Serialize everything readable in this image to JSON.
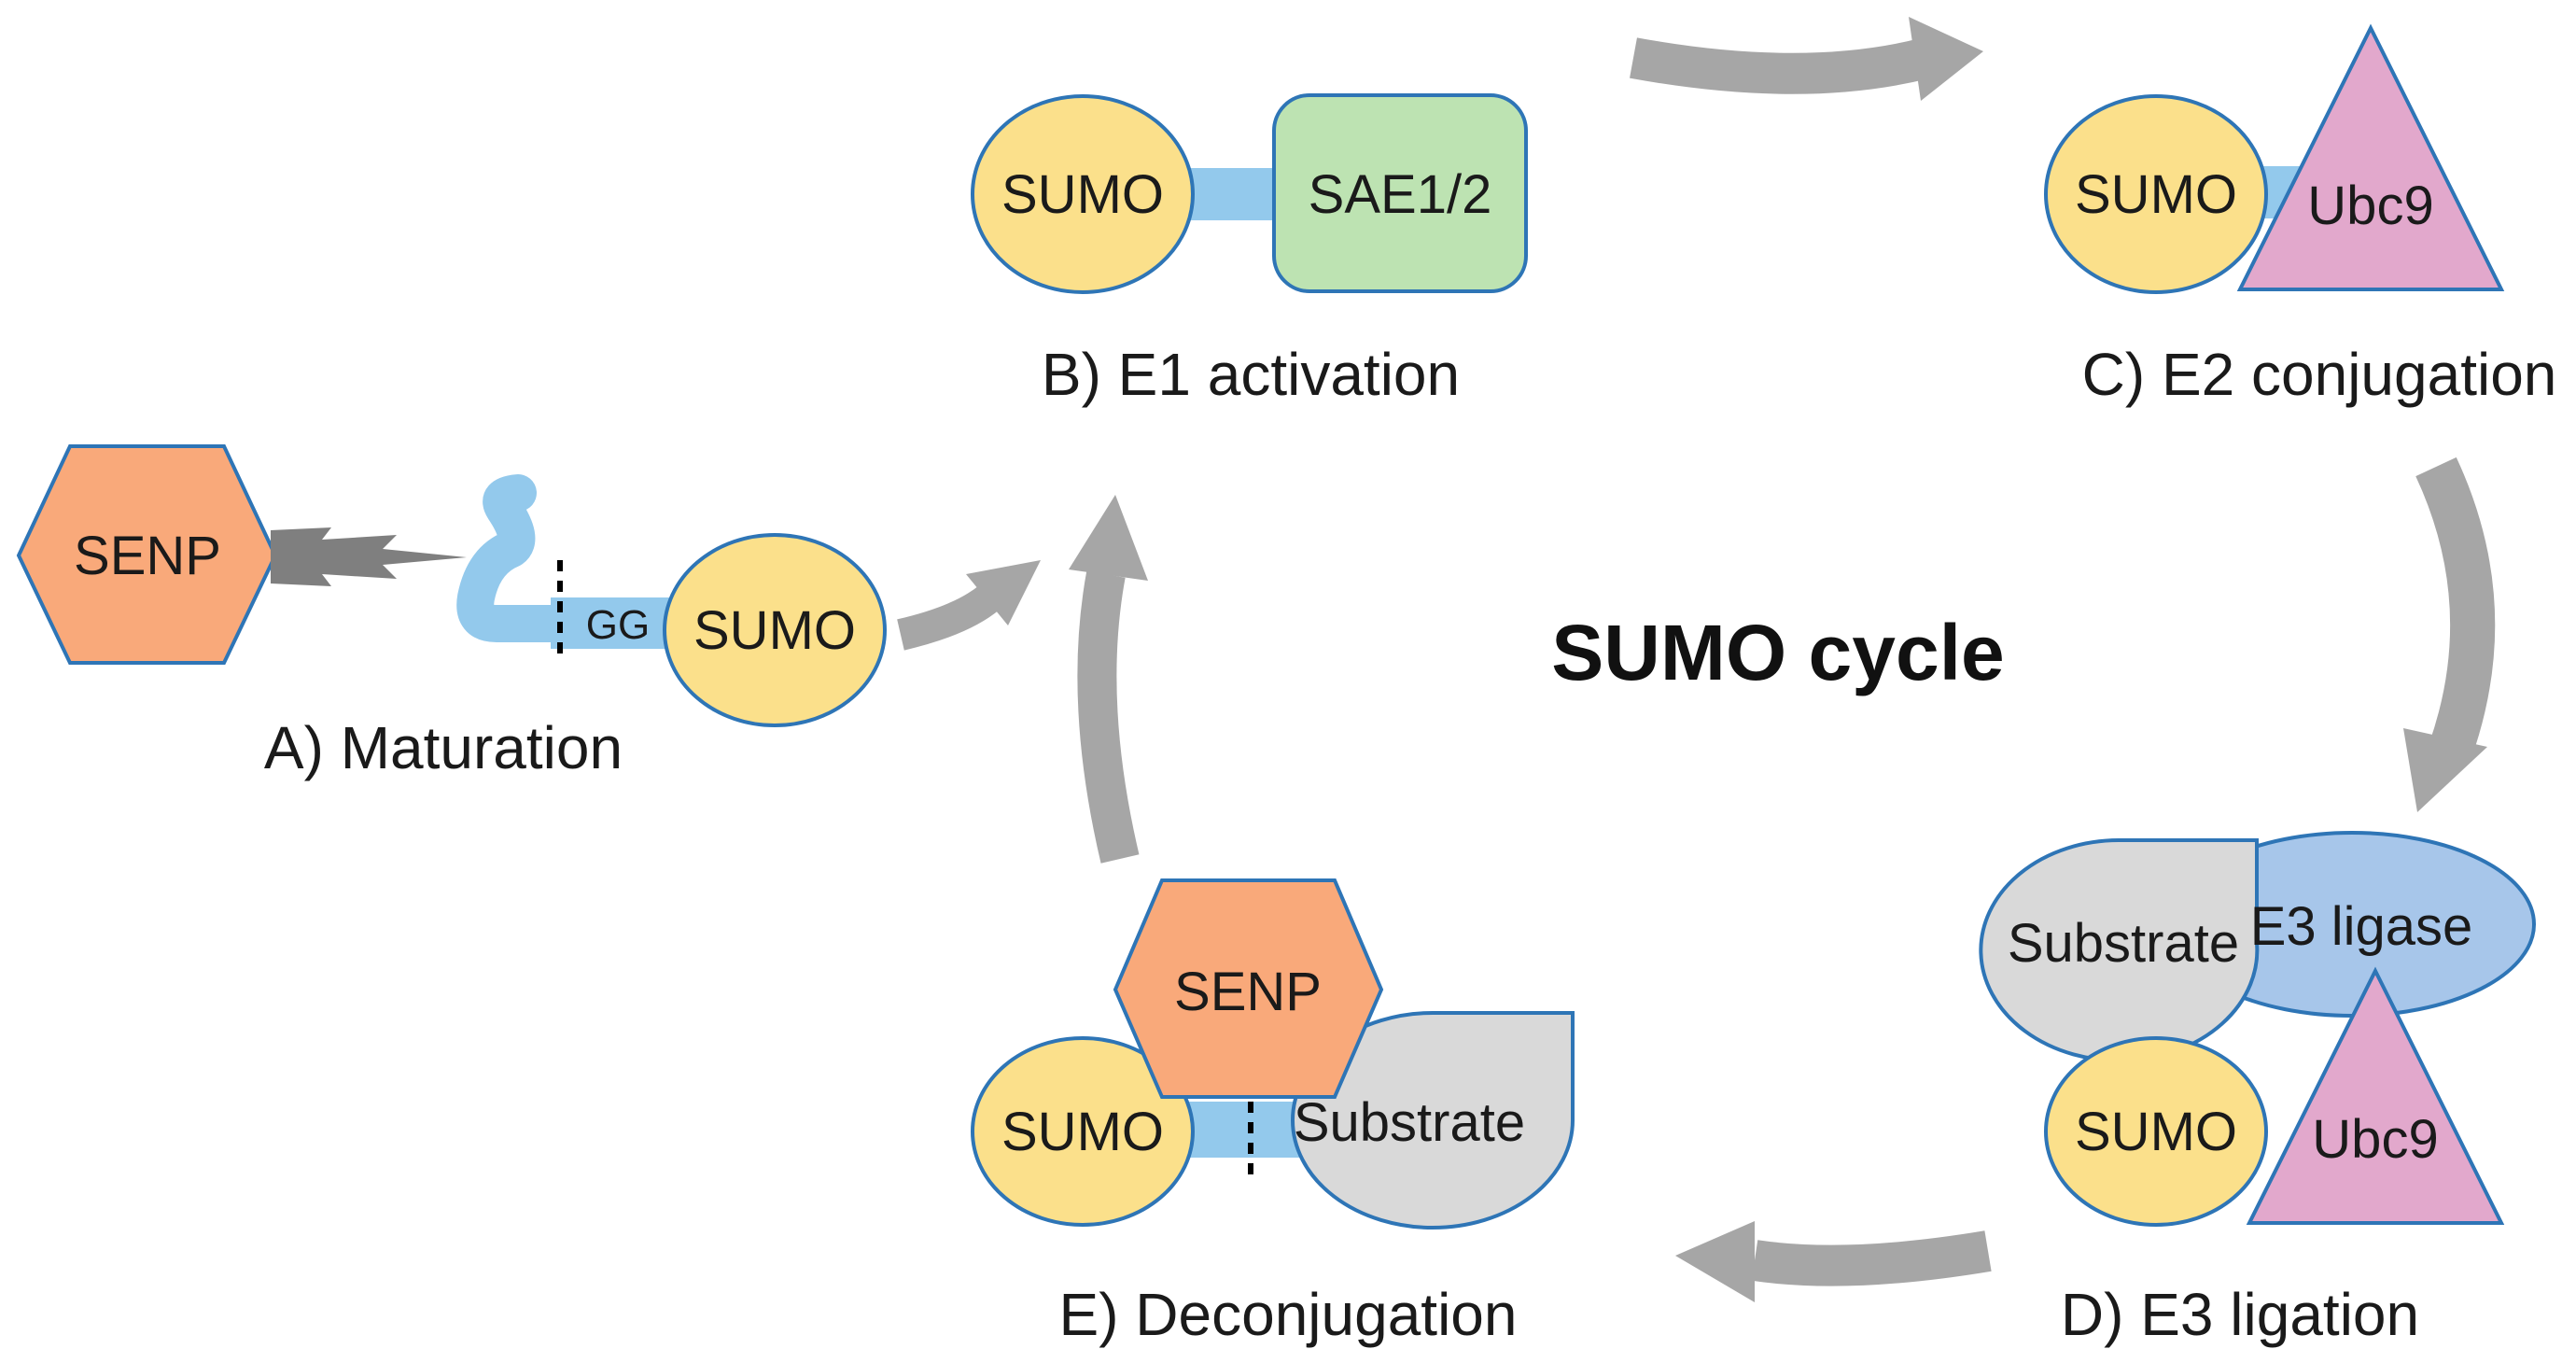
{
  "title": "SUMO cycle",
  "colors": {
    "sumo": "#FBE08B",
    "senp": "#F9A97A",
    "sae": "#BDE3B2",
    "ubc9": "#E2A8CC",
    "substrate": "#D9D9D9",
    "e3": "#A7C6EA",
    "linker": "#93C9EC",
    "outline": "#2E75B6",
    "arrow": "#A6A6A6",
    "spark": "#7F7F7F"
  },
  "stages": {
    "maturation": {
      "label": "A) Maturation",
      "senp": "SENP",
      "gg": "GG",
      "sumo": "SUMO"
    },
    "e1": {
      "label": "B) E1 activation",
      "sumo": "SUMO",
      "enzyme": "SAE1/2"
    },
    "e2": {
      "label": "C) E2 conjugation",
      "sumo": "SUMO",
      "enzyme": "Ubc9"
    },
    "e3": {
      "label": "D) E3 ligation",
      "substrate": "Substrate",
      "ligase": "E3 ligase",
      "sumo": "SUMO",
      "enzyme": "Ubc9"
    },
    "deconj": {
      "label": "E) Deconjugation",
      "senp": "SENP",
      "sumo": "SUMO",
      "substrate": "Substrate"
    }
  },
  "arrows": [
    {
      "from": "maturation",
      "to": "e1"
    },
    {
      "from": "e1",
      "to": "e2"
    },
    {
      "from": "e2",
      "to": "e3"
    },
    {
      "from": "e3",
      "to": "deconj"
    },
    {
      "from": "deconj",
      "to": "e1"
    }
  ]
}
